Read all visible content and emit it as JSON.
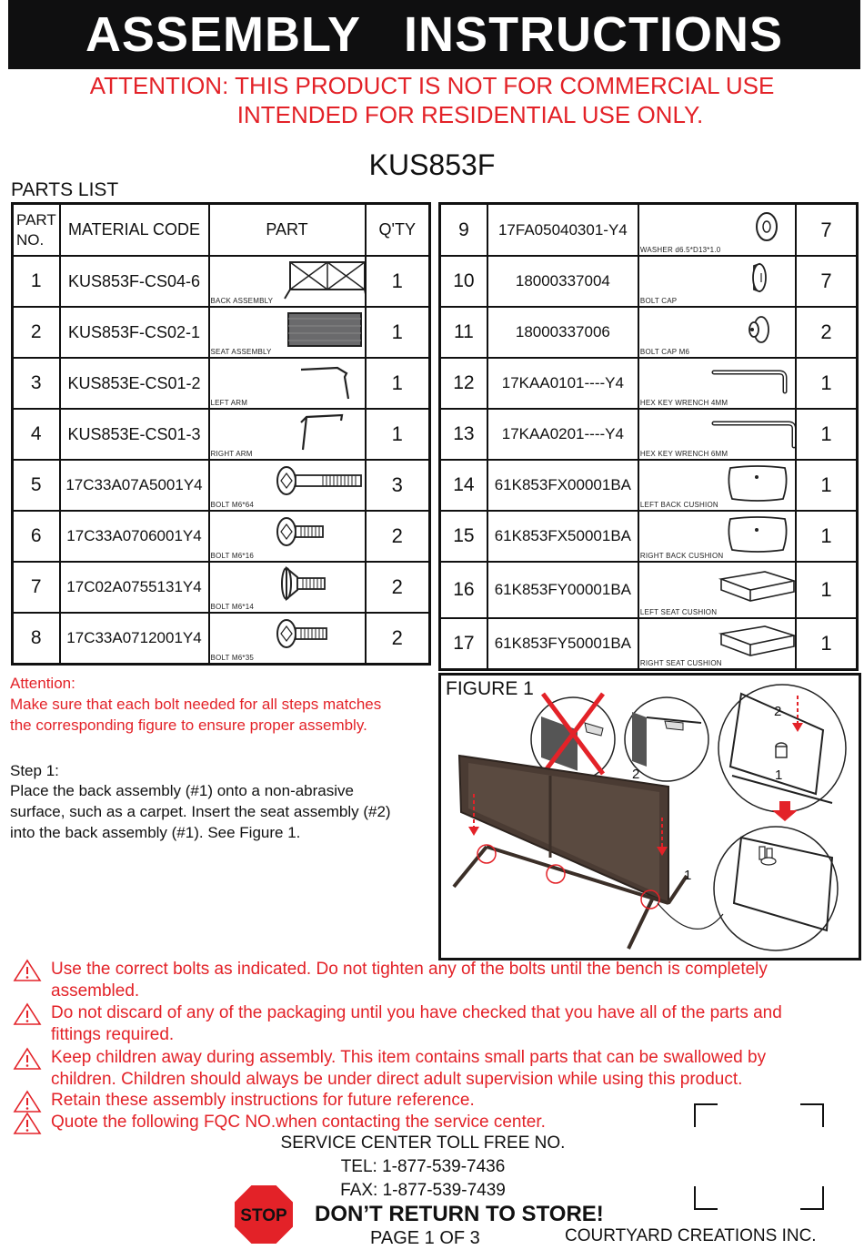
{
  "header": {
    "title": "ASSEMBLY   INSTRUCTIONS"
  },
  "attention_banner": {
    "line1": "ATTENTION: THIS PRODUCT IS NOT FOR COMMERCIAL USE",
    "line2": "INTENDED FOR RESIDENTIAL USE ONLY."
  },
  "model": "KUS853F",
  "parts_list": {
    "label": "PARTS LIST",
    "headers": {
      "no": "PART NO.",
      "code": "MATERIAL CODE",
      "part": "PART",
      "qty": "Q'TY"
    },
    "left": [
      {
        "no": "1",
        "code": "KUS853F-CS04-6",
        "caption": "BACK ASSEMBLY",
        "qty": "1",
        "icon": "back-assembly-icon"
      },
      {
        "no": "2",
        "code": "KUS853F-CS02-1",
        "caption": "SEAT ASSEMBLY",
        "qty": "1",
        "icon": "seat-assembly-icon"
      },
      {
        "no": "3",
        "code": "KUS853E-CS01-2",
        "caption": "LEFT ARM",
        "qty": "1",
        "icon": "left-arm-icon"
      },
      {
        "no": "4",
        "code": "KUS853E-CS01-3",
        "caption": "RIGHT ARM",
        "qty": "1",
        "icon": "right-arm-icon"
      },
      {
        "no": "5",
        "code": "17C33A07A5001Y4",
        "caption": "BOLT M6*64",
        "qty": "3",
        "icon": "long-bolt-icon"
      },
      {
        "no": "6",
        "code": "17C33A0706001Y4",
        "caption": "BOLT M6*16",
        "qty": "2",
        "icon": "bolt-icon"
      },
      {
        "no": "7",
        "code": "17C02A0755131Y4",
        "caption": "BOLT M6*14",
        "qty": "2",
        "icon": "countersunk-bolt-icon"
      },
      {
        "no": "8",
        "code": "17C33A0712001Y4",
        "caption": "BOLT M6*35",
        "qty": "2",
        "icon": "bolt-icon"
      }
    ],
    "right": [
      {
        "no": "9",
        "code": "17FA05040301-Y4",
        "caption": "WASHER d6.5*D13*1.0",
        "qty": "7",
        "icon": "washer-icon"
      },
      {
        "no": "10",
        "code": "18000337004",
        "caption": "BOLT CAP",
        "qty": "7",
        "icon": "bolt-cap-icon"
      },
      {
        "no": "11",
        "code": "18000337006",
        "caption": "BOLT CAP M6",
        "qty": "2",
        "icon": "bolt-cap-m6-icon"
      },
      {
        "no": "12",
        "code": "17KAA0101----Y4",
        "caption": "HEX KEY WRENCH 4MM",
        "qty": "1",
        "icon": "hex-key-icon"
      },
      {
        "no": "13",
        "code": "17KAA0201----Y4",
        "caption": "HEX KEY WRENCH 6MM",
        "qty": "1",
        "icon": "hex-key-icon"
      },
      {
        "no": "14",
        "code": "61K853FX00001BA",
        "caption": "LEFT BACK CUSHION",
        "qty": "1",
        "icon": "back-cushion-icon"
      },
      {
        "no": "15",
        "code": "61K853FX50001BA",
        "caption": "RIGHT BACK CUSHION",
        "qty": "1",
        "icon": "back-cushion-icon"
      },
      {
        "no": "16",
        "code": "61K853FY00001BA",
        "caption": "LEFT SEAT CUSHION",
        "qty": "1",
        "icon": "seat-cushion-icon"
      },
      {
        "no": "17",
        "code": "61K853FY50001BA",
        "caption": "RIGHT SEAT CUSHION",
        "qty": "1",
        "icon": "seat-cushion-icon"
      }
    ]
  },
  "instructions": {
    "attention_title": "Attention:",
    "attention_line1": "Make sure that each bolt needed for all steps matches",
    "attention_line2": "the corresponding figure to ensure proper assembly.",
    "step_title": "Step 1:",
    "step_line1": "Place the back assembly (#1) onto a non-abrasive",
    "step_line2": "surface, such as a carpet. Insert the seat assembly (#2)",
    "step_line3": "into the back assembly (#1). See Figure 1."
  },
  "figure": {
    "label": "FIGURE 1",
    "callout_2a": "2",
    "callout_1a": "1",
    "callout_2b": "2",
    "callout_1b": "1"
  },
  "warnings": [
    {
      "line1": "Use the correct bolts as indicated. Do not tighten any of the bolts until the bench is completely",
      "line2": "assembled."
    },
    {
      "line1": "Do not discard of any of the packaging until you have checked that you have all of the parts and",
      "line2": "fittings required."
    },
    {
      "line1": "Keep children away during assembly. This item contains small parts that can be swallowed by",
      "line2": "children. Children should always be under direct adult supervision while using this product."
    },
    {
      "line1": "Retain these assembly instructions for future reference.",
      "line2": ""
    },
    {
      "line1": "Quote the following FQC NO.when contacting the service center.",
      "line2": ""
    }
  ],
  "service": {
    "title": "SERVICE CENTER TOLL FREE NO.",
    "tel": "TEL: 1-877-539-7436",
    "fax": "FAX: 1-877-539-7439"
  },
  "footer": {
    "stop_sign": "STOP",
    "no_return": "DON’T RETURN TO STORE!",
    "page": "PAGE 1 OF 3",
    "company": "COURTYARD CREATIONS INC."
  },
  "colors": {
    "accent_red": "#e32228",
    "black": "#0f0f10",
    "frame_brown": "#4a3b33"
  }
}
